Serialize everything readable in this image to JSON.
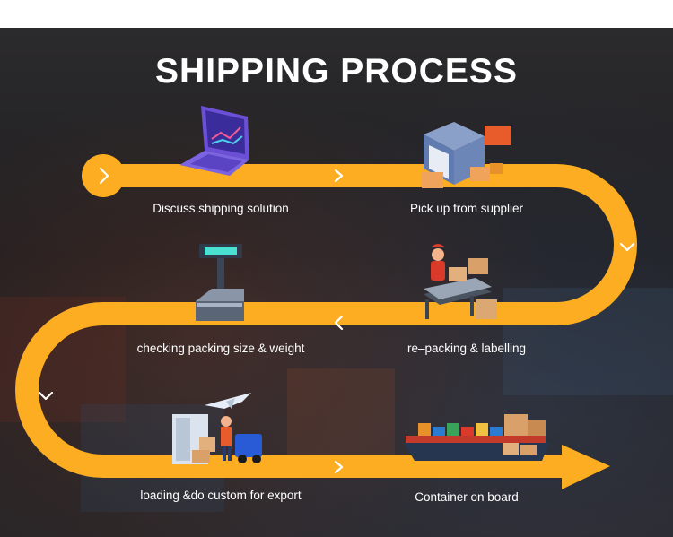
{
  "title": "SHIPPING PROCESS",
  "steps": [
    {
      "label": "Discuss shipping solution",
      "icon": "laptop-icon"
    },
    {
      "label": "Pick up from supplier",
      "icon": "warehouse-icon"
    },
    {
      "label": "re–packing & labelling",
      "icon": "conveyor-worker-icon"
    },
    {
      "label": "checking packing size & weight",
      "icon": "weighing-scale-icon"
    },
    {
      "label": "loading &do custom for export",
      "icon": "truck-plane-icon"
    },
    {
      "label": "Container on board",
      "icon": "container-ship-icon"
    }
  ],
  "colors": {
    "route": "#fdad21",
    "arrow_glyph": "#ffffff",
    "text": "#ffffff",
    "background": "#232225"
  }
}
